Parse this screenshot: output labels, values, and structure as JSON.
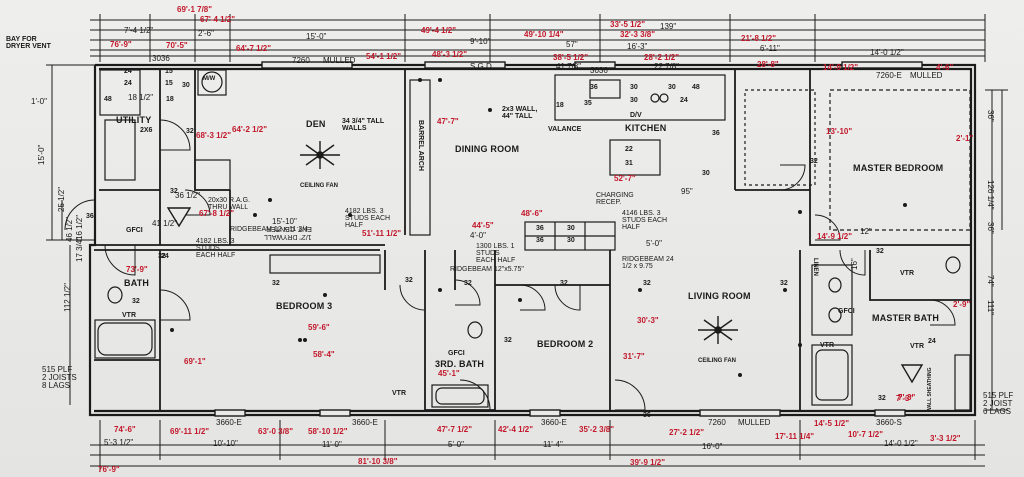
{
  "rooms": {
    "utility": "UTILITY",
    "den": "DEN",
    "dining_room": "DINING ROOM",
    "kitchen": "KITCHEN",
    "master_bedroom": "MASTER BEDROOM",
    "bedroom3": "BEDROOM 3",
    "bedroom2": "BEDROOM 2",
    "living_room": "LIVING ROOM",
    "master_bath": "MASTER BATH",
    "third_bath": "3RD. BATH",
    "bath": "BATH"
  },
  "notes": {
    "bay_dryer": "BAY FOR DRYER VENT",
    "tall_walls": "34 3/4\" TALL WALLS",
    "wall_44": "2x3 WALL, 44\" TALL",
    "valance": "VALANCE",
    "ceiling_fan_den": "CEILING FAN",
    "ceiling_fan_living": "CEILING FAN",
    "rag": "20x30 R.A.G. THRU WALL",
    "lbs_4182": "4182 LBS. 3 STUDS EACH HALF",
    "lbs_4182b": "4182 LBS. 3 STUDS EACH HALF",
    "lbs_1300": "1300 LBS. 1 STUDS EACH HALF",
    "lbs_4146": "4146 LBS. 3 STUDS EACH HALF",
    "ridgebeam_left": "RIDGEBEAM 12 x 11 3/4",
    "ridgebeam_mid": "RIDGEBEAM 12\"x5.75\"",
    "ridgebeam_right": "RIDGEBEAM 24 1/2 x 9.75",
    "charging": "CHARGING RECEP.",
    "drywall": "1/2\" DRYWALL",
    "ent_center": "ENT. CENTER",
    "gfci1": "GFCI",
    "gfci2": "GFCI",
    "gfci3": "GFCI",
    "vtr1": "VTR",
    "vtr2": "VTR",
    "vtr3": "VTR",
    "vtr4": "VTR",
    "vtr5": "VTR",
    "plf_left": "515 PLF\n2 JOISTS\n8 LAGS",
    "plf_right": "515 PLF\n2 JOIST\n6 LAGS",
    "dv": "D/V",
    "mw": "M/W",
    "linen": "LINEN",
    "barrel_arch": "BARREL ARCH",
    "wall_sheathing": "WALL SHEATHING"
  },
  "top_dims": {
    "d1": "69'-1 7/8\"",
    "d2": "67'-4 1/2\"",
    "d3": "7'-4 1/2\"",
    "d4": "2'-6\"",
    "d5": "15'-0\"",
    "d6": "76'-9\"",
    "d7": "70'-5\"",
    "d8": "64'-7 1/2\"",
    "d9": "7260",
    "d10": "MULLED",
    "d11": "54'-1 1/2\"",
    "d12": "3036",
    "d13": "49'-4 1/2\"",
    "d14": "9'-10\"",
    "d15": "48'-3 1/2\"",
    "d16": "S.G.D",
    "d17": "49'-10 1/4\"",
    "d18": "57\"",
    "d19": "33'-5 1/2\"",
    "d20": "139\"",
    "d21": "32'-3 3/8\"",
    "d22": "16'-3\"",
    "d23": "38'-5 1/2\"",
    "d24": "41 7/8\"",
    "d25": "28'-2 1/2\"",
    "d26": "22 7/8\"",
    "d27": "3036",
    "d28": "21'-8 1/2\"",
    "d29": "6'-11\"",
    "d30": "14'-0 1/2\"",
    "d31": "28'-8\"",
    "d32": "14'-9 1/2\"",
    "d33": "7260-E",
    "d34": "MULLED",
    "d35": "4'-6\""
  },
  "bottom_dims": {
    "b1": "5'-3 1/2\"",
    "b2": "10'-10\"",
    "b3": "11'-0\"",
    "b4": "5'-0\"",
    "b5": "11'-4\"",
    "b6": "16'-0\"",
    "b7": "14'-0 1/2\"",
    "b8": "76'-9\"",
    "b9": "81'-10 3/8\"",
    "b10": "39'-9 1/2\"",
    "b11": "74'-6\"",
    "b12": "69'-11 1/2\"",
    "b13": "63'-0 3/8\"",
    "b14": "58'-10 1/2\"",
    "b15": "3660-E",
    "b16": "47'-7 1/2\"",
    "b17": "42'-4 1/2\"",
    "b18": "3660-E",
    "b19": "35'-2 3/8\"",
    "b20": "27'-2 1/2\"",
    "b21": "7260",
    "b22": "MULLED",
    "b23": "17'-11 1/4\"",
    "b24": "14'-5 1/2\"",
    "b25": "3660-S",
    "b26": "10'-7 1/2\"",
    "b27": "3'-3 1/2\"",
    "b28": "3660-E",
    "b29": "7'-3\""
  },
  "side_dims": {
    "left_15": "15'-0\"",
    "left_25": "25 1/2\"",
    "left_46": "46 1/2\"",
    "left_112": "112 1/2\"",
    "left_17": "17 3/4\"",
    "left_16": "16 1/2\"",
    "right_36": "36\"",
    "right_126": "126 1/4\"",
    "right_36b": "36\"",
    "right_74": "74\"",
    "right_111": "111\""
  },
  "interior_dims": {
    "i1": "68'-3 1/2\"",
    "i2": "64'-2 1/2\"",
    "i3": "67'-8 1/2\"",
    "i4": "47'-7\"",
    "i5": "48'-6\"",
    "i6": "51'-11 1/2\"",
    "i7": "44'-5\"",
    "i8": "4'-0\"",
    "i9": "59'-6\"",
    "i10": "58'-4\"",
    "i11": "69'-1\"",
    "i12": "45'-1\"",
    "i13": "31'-7\"",
    "i14": "30'-3\"",
    "i15": "13'-10\"",
    "i16": "14'-9 1/2\"",
    "i17": "5'-0\"",
    "i18": "52'-7\"",
    "i19": "15'-10\"",
    "i20": "73'-9\"",
    "i21": "2'-9\"",
    "i22": "2'-1\"",
    "i23": "7'-3\"",
    "i24": "95\"",
    "i25": "16\"",
    "i26": "41 1/2\"",
    "i27": "36 1/2\"",
    "i28": "12\"",
    "i29": "1'-0\"",
    "i30": "18 1/2\""
  },
  "fixtures": {
    "f32a": "32",
    "f32b": "32",
    "f32c": "32",
    "f32d": "32",
    "f32e": "32",
    "f32f": "32",
    "f32g": "32",
    "f32h": "32",
    "f32i": "32",
    "f32j": "32",
    "f32k": "32",
    "f32l": "32",
    "f32m": "32",
    "f32n": "32",
    "f36a": "36",
    "f36b": "36",
    "f36c": "36",
    "f36d": "36",
    "f36e": "36",
    "f30a": "30",
    "f30b": "30",
    "f30c": "30",
    "f30d": "30",
    "f30e": "30",
    "f30f": "30",
    "f24a": "24",
    "f24b": "24",
    "f24c": "24",
    "f24d": "24",
    "f24e": "24",
    "f15a": "15",
    "f15b": "15",
    "f18a": "18",
    "f18b": "18",
    "f48a": "48",
    "f48b": "48",
    "f35": "35",
    "f30v": "30",
    "f36v": "36",
    "f2x6": "2X6",
    "f22": "22",
    "f31": "31"
  },
  "colors": {
    "line": "#1b1b1b",
    "red": "#c2182b",
    "paper": "#e9e9e7"
  }
}
